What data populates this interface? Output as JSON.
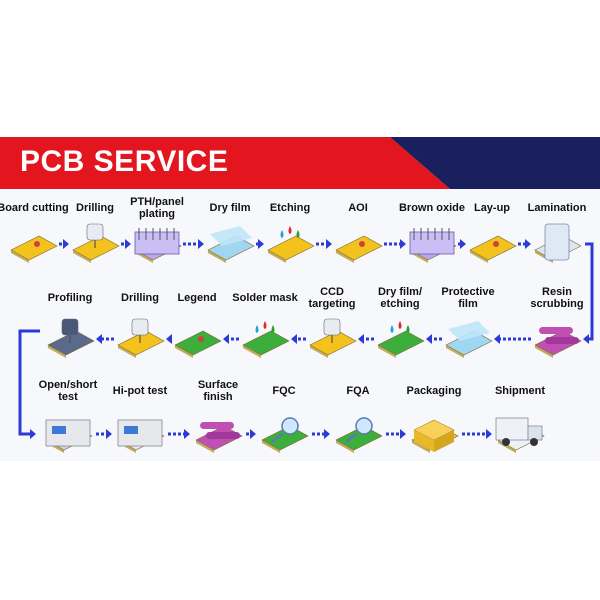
{
  "banner": {
    "title": "PCB SERVICE"
  },
  "colors": {
    "banner_red": "#e3151f",
    "banner_navy": "#1a1f5e",
    "arrow_blue": "#2c3ad6",
    "board_green": "#3cae3c",
    "board_yellow": "#f4c21c",
    "film_blue": "#9fd6f2"
  },
  "steps": [
    {
      "label": "Board cutting",
      "icon": "board-cutting-icon"
    },
    {
      "label": "Drilling",
      "icon": "drilling-machine-icon"
    },
    {
      "label": "PTH/panel\nplating",
      "icon": "plating-tank-icon"
    },
    {
      "label": "Dry film",
      "icon": "dry-film-icon"
    },
    {
      "label": "Etching",
      "icon": "etching-icon"
    },
    {
      "label": "AOI",
      "icon": "aoi-icon"
    },
    {
      "label": "Brown oxide",
      "icon": "brown-oxide-icon"
    },
    {
      "label": "Lay-up",
      "icon": "layup-icon"
    },
    {
      "label": "Lamination",
      "icon": "lamination-press-icon"
    },
    {
      "label": "Resin\nscrubbing",
      "icon": "resin-scrubbing-icon"
    },
    {
      "label": "Protective\nfilm",
      "icon": "protective-film-icon"
    },
    {
      "label": "Dry film/\netching",
      "icon": "dry-film-etching-icon"
    },
    {
      "label": "CCD\ntargeting",
      "icon": "ccd-targeting-icon"
    },
    {
      "label": "Solder mask",
      "icon": "solder-mask-icon"
    },
    {
      "label": "Legend",
      "icon": "legend-print-icon"
    },
    {
      "label": "Drilling",
      "icon": "drilling-machine-icon"
    },
    {
      "label": "Profiling",
      "icon": "profiling-router-icon"
    },
    {
      "label": "Open/short\ntest",
      "icon": "test-machine-icon"
    },
    {
      "label": "Hi-pot test",
      "icon": "hipot-tester-icon"
    },
    {
      "label": "Surface\nfinish",
      "icon": "surface-finish-icon"
    },
    {
      "label": "FQC",
      "icon": "fqc-magnifier-icon"
    },
    {
      "label": "FQA",
      "icon": "fqa-magnifier-icon"
    },
    {
      "label": "Packaging",
      "icon": "packaging-box-icon"
    },
    {
      "label": "Shipment",
      "icon": "delivery-truck-icon"
    }
  ]
}
